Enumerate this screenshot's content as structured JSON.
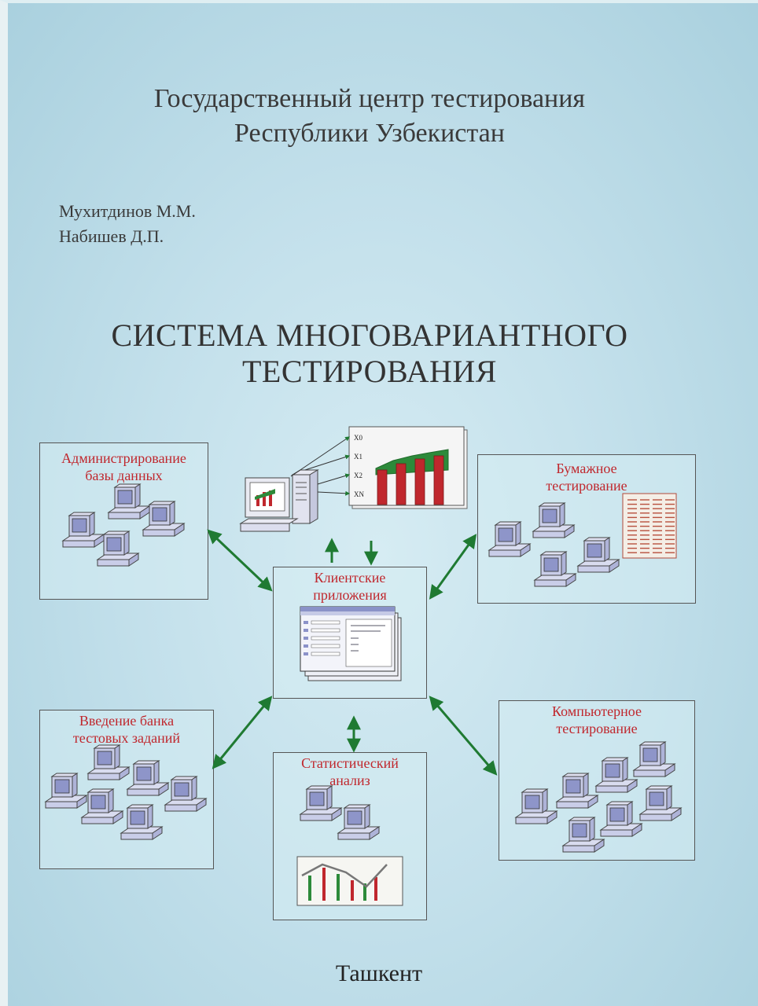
{
  "cover": {
    "organization_line1": "Государственный центр тестирования",
    "organization_line2": "Республики Узбекистан",
    "authors": [
      "Мухитдинов М.М.",
      "Набишев Д.П."
    ],
    "title_line1": "СИСТЕМА МНОГОВАРИАНТНОГО",
    "title_line2": "ТЕСТИРОВАНИЯ",
    "city": "Ташкент"
  },
  "diagram": {
    "admin_label": [
      "Администрирование",
      "базы данных"
    ],
    "paper_label": [
      "Бумажное",
      "тестирование"
    ],
    "client_label": [
      "Клиентские",
      "приложения"
    ],
    "bank_label": [
      "Введение банка",
      "тестовых заданий"
    ],
    "computer_label": [
      "Компьютерное",
      "тестирование"
    ],
    "stats_label": [
      "Статистический",
      "анализ"
    ],
    "x_labels": [
      "X0",
      "X1",
      "X2",
      "XN"
    ],
    "arrow_color": "#1f7a32",
    "label_color": "#c0272d"
  },
  "icons": {
    "computer": "computer-icon",
    "chart": "bar-chart-icon",
    "window": "app-window-icon",
    "answer_sheet": "answer-sheet-icon"
  }
}
